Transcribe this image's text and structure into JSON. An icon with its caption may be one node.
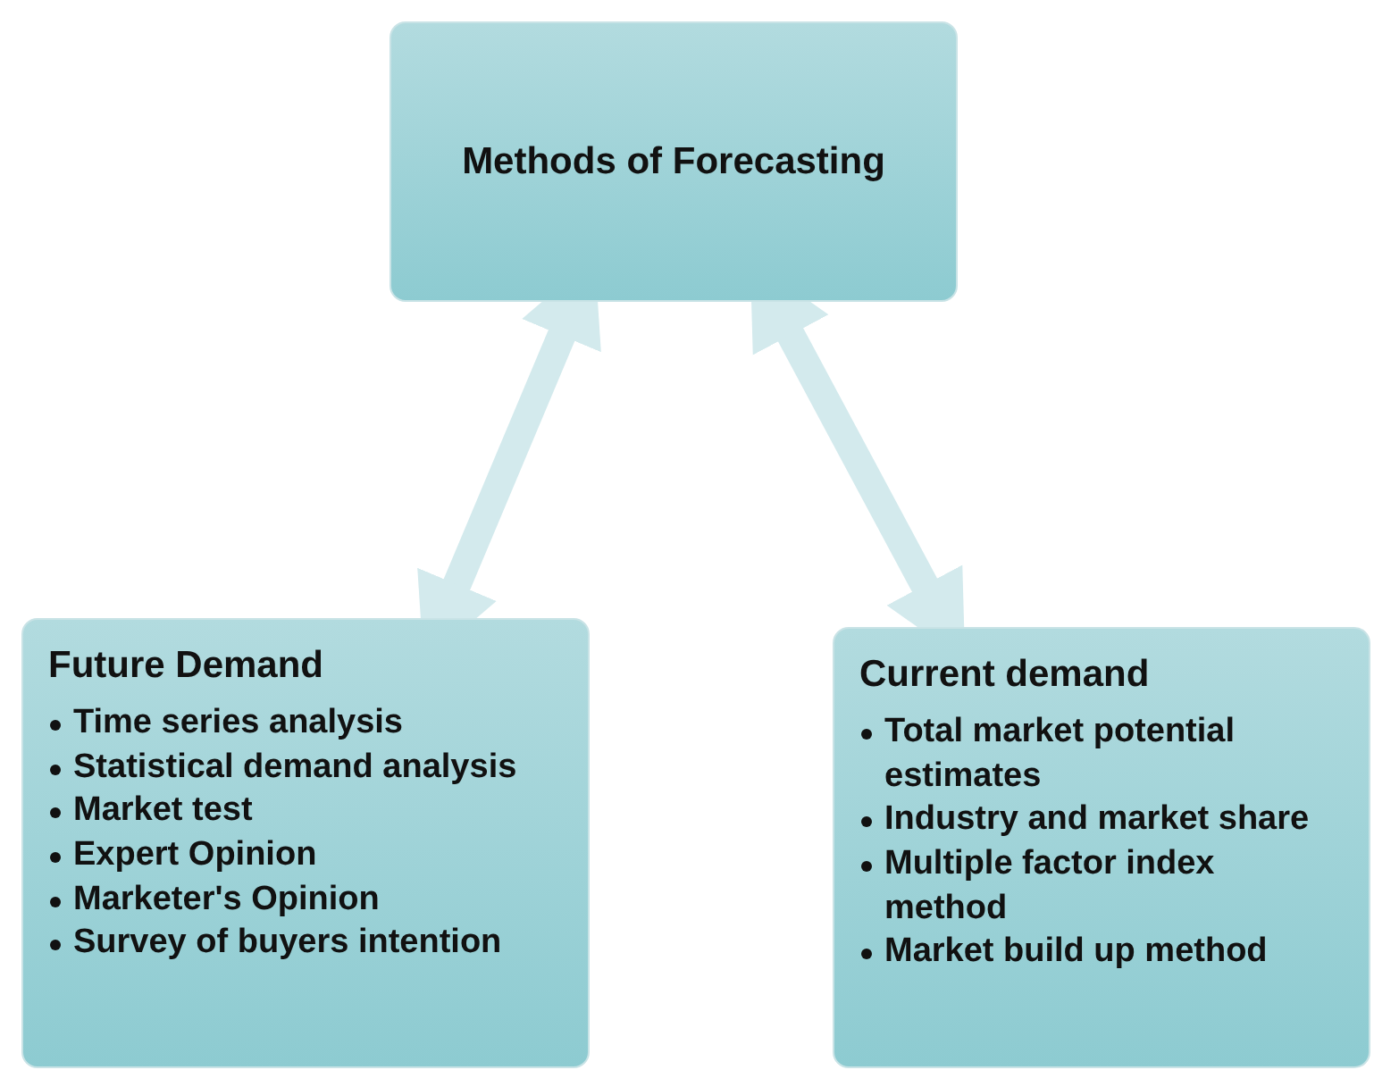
{
  "diagram": {
    "nodes": [
      {
        "text": [
          "Methods of Forecasting"
        ]
      },
      {
        "text": [
          "Future Demand",
          "Time series analysis",
          "Statistical demand analysis",
          "Market test",
          "Expert Opinion",
          "Marketer's Opinion",
          "Survey of buyers intention"
        ]
      },
      {
        "text": [
          "Current demand",
          "Total market potential estimates",
          "Industry and market share",
          "Multiple factor index method",
          "Market build up method"
        ]
      }
    ],
    "edges": [
      {
        "from": 0,
        "to": 1,
        "arrow": "both"
      },
      {
        "from": 0,
        "to": 2,
        "arrow": "both"
      }
    ]
  }
}
